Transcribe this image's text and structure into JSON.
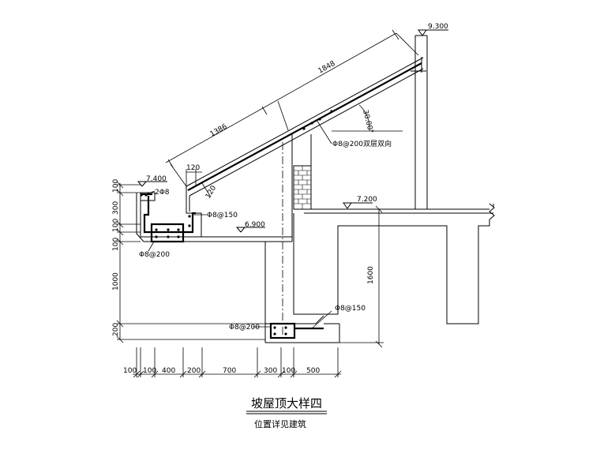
{
  "labels": {
    "len_1848": "1848",
    "len_1386": "1386",
    "angle": "30.00°",
    "dim_120_top": "120",
    "dim_120_diag": "120",
    "rebar_2d8": "2Φ8",
    "rebar_d8_150_a": "Φ8@150",
    "rebar_d8_200_a": "Φ8@200",
    "rebar_d8_200_slab": "Φ8@200双层双向",
    "rebar_d8_150_b": "Φ8@150",
    "rebar_d8_200_b": "Φ8@200",
    "dim_1600": "1600"
  },
  "elevations": {
    "e9300": "9.300",
    "e7400": "7.400",
    "e7200": "7.200",
    "e6900": "6.900"
  },
  "vertical_dims": [
    "100",
    "300",
    "100",
    "100",
    "1000",
    "200"
  ],
  "bottom_dims": [
    "100",
    "100",
    "400",
    "200",
    "700",
    "300",
    "100",
    "500"
  ],
  "title": "坡屋顶大样四",
  "subtitle": "位置详见建筑"
}
